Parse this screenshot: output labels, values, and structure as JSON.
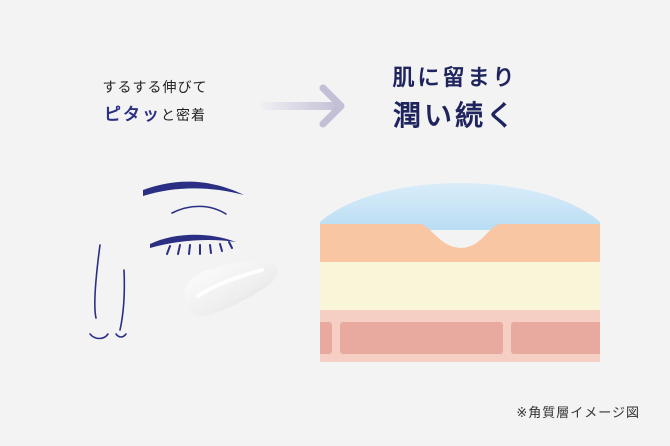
{
  "left_caption": {
    "line1": "するする伸びて",
    "line2_emphasis": "ピタッ",
    "line2_rest": "と密着"
  },
  "right_caption": {
    "line1": "肌に留まり",
    "line2": "潤い続く"
  },
  "note": "※角質層イメージ図",
  "colors": {
    "navy": "#2b2f84",
    "sky": "#c9e7f7",
    "orange_layer": "#f8c6a3",
    "cream_layer": "#f8f5d8",
    "pink_layer": "#f5cfc4",
    "cell": "#e8a99e",
    "arrow": "#c6c3d8"
  },
  "icons": {
    "arrow": "right-arrow-icon",
    "face": "face-illustration",
    "cream": "cream-swatch"
  }
}
